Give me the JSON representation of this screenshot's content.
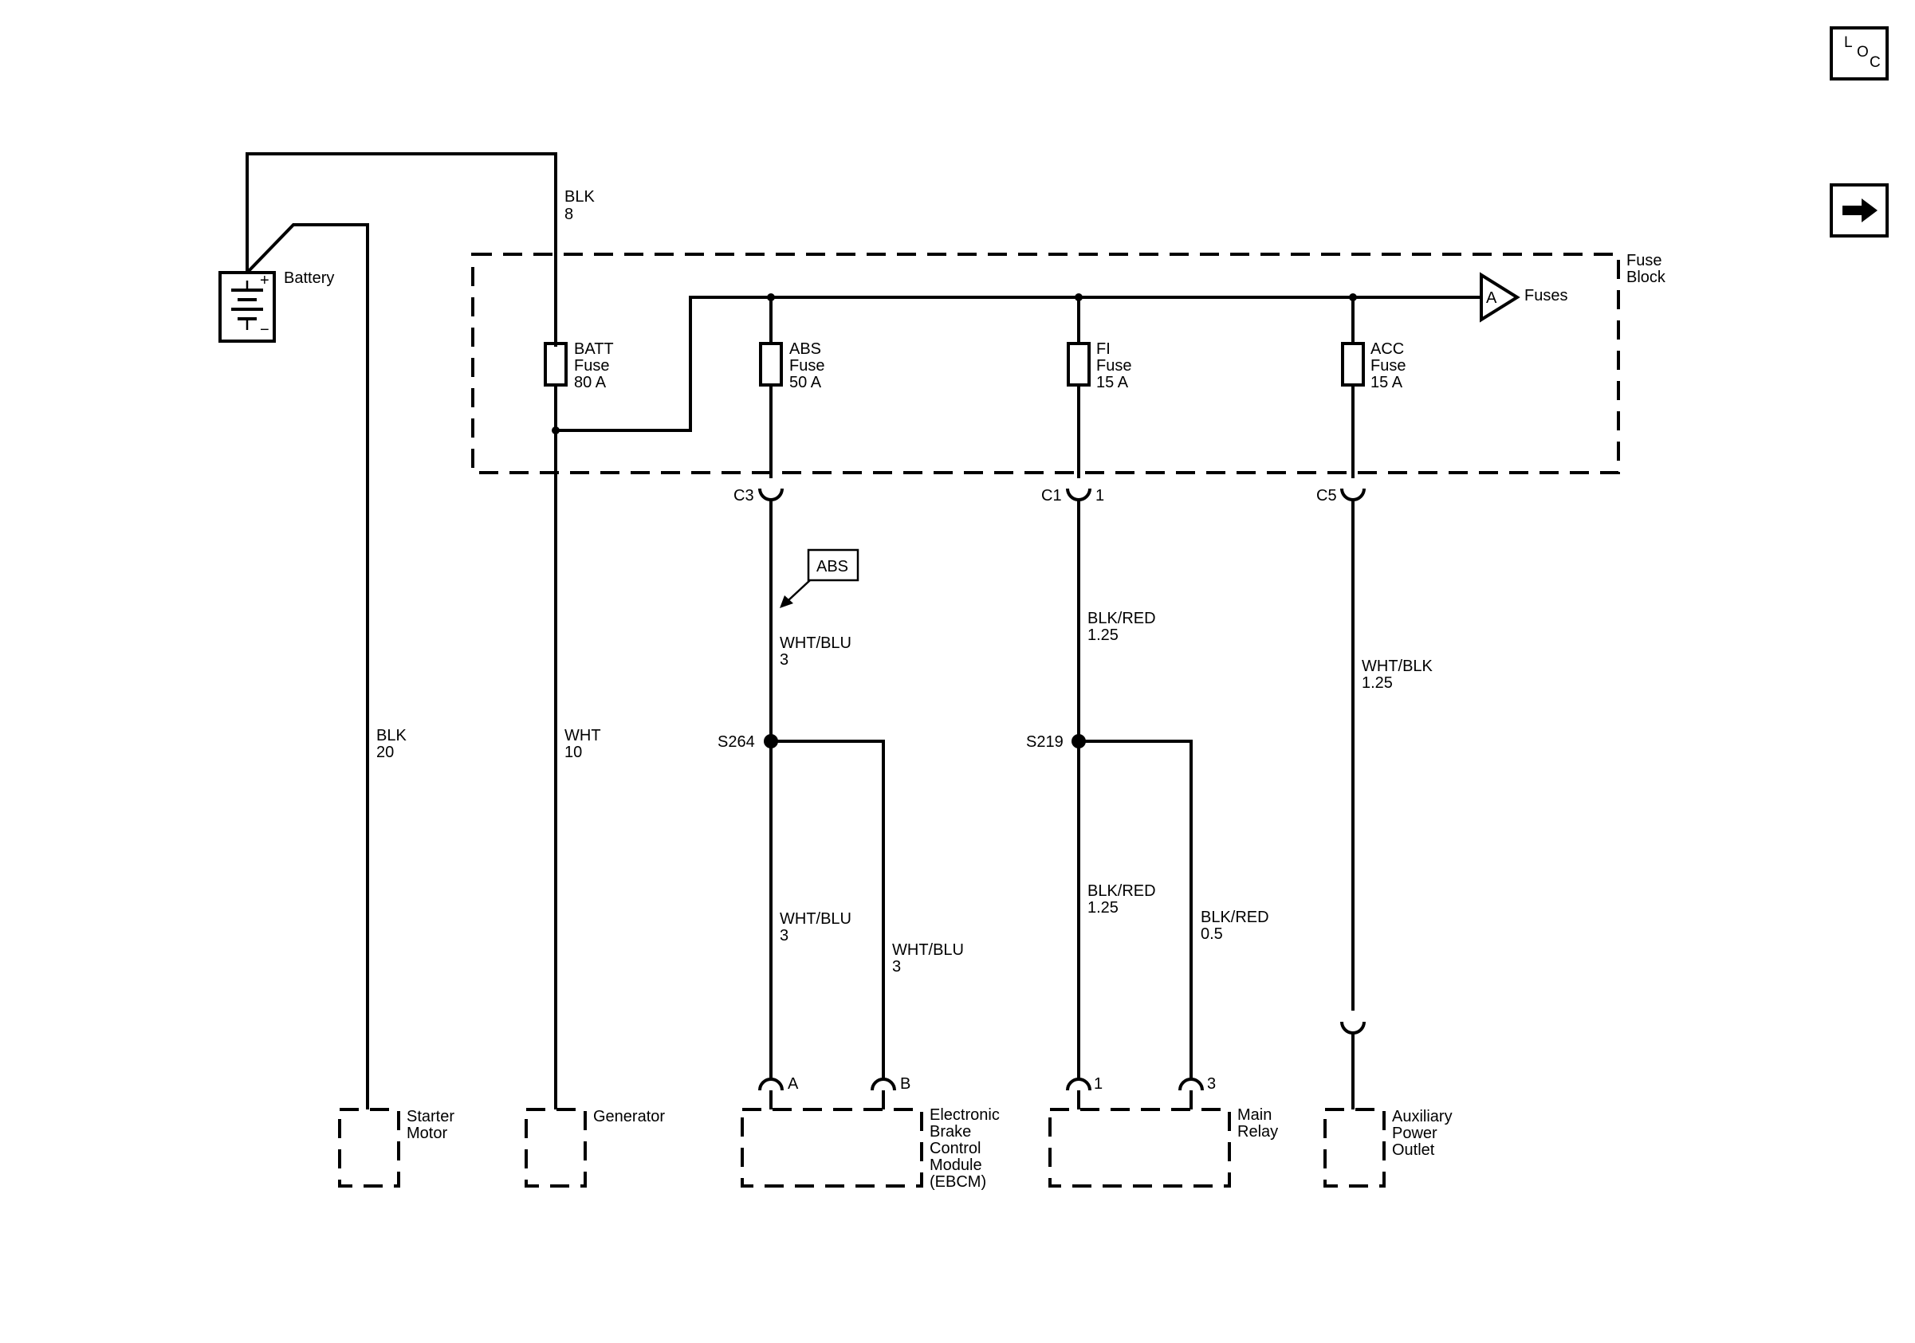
{
  "nav": {
    "loc_l": "L",
    "loc_o": "O",
    "loc_c": "C"
  },
  "battery": {
    "label": "Battery",
    "plus": "+",
    "minus": "−"
  },
  "wires": {
    "blk8_color": "BLK",
    "blk8_size": "8",
    "blk20_color": "BLK",
    "blk20_size": "20",
    "wht10_color": "WHT",
    "wht10_size": "10",
    "whtblu_top_color": "WHT/BLU",
    "whtblu_top_size": "3",
    "whtblu_mid_color": "WHT/BLU",
    "whtblu_mid_size": "3",
    "whtblu_branch_color": "WHT/BLU",
    "whtblu_branch_size": "3",
    "blkred_top_color": "BLK/RED",
    "blkred_top_size": "1.25",
    "blkred_mid_color": "BLK/RED",
    "blkred_mid_size": "1.25",
    "blkred_branch_color": "BLK/RED",
    "blkred_branch_size": "0.5",
    "whtblk_color": "WHT/BLK",
    "whtblk_size": "1.25"
  },
  "fuse_block": {
    "label_line1": "Fuse",
    "label_line2": "Block",
    "batt": {
      "name": "BATT",
      "word": "Fuse",
      "rating": "80 A"
    },
    "abs": {
      "name": "ABS",
      "word": "Fuse",
      "rating": "50 A"
    },
    "fi": {
      "name": "FI",
      "word": "Fuse",
      "rating": "15 A"
    },
    "acc": {
      "name": "ACC",
      "word": "Fuse",
      "rating": "15 A"
    },
    "ref_letter": "A",
    "ref_label": "Fuses"
  },
  "connectors": {
    "c3": "C3",
    "c1": "C1",
    "c1_pin": "1",
    "c5": "C5",
    "ebcm_pin_a": "A",
    "ebcm_pin_b": "B",
    "relay_pin_1": "1",
    "relay_pin_3": "3"
  },
  "splices": {
    "s264": "S264",
    "s219": "S219"
  },
  "abs_tag": "ABS",
  "components": {
    "starter_line1": "Starter",
    "starter_line2": "Motor",
    "generator": "Generator",
    "ebcm_line1": "Electronic",
    "ebcm_line2": "Brake",
    "ebcm_line3": "Control",
    "ebcm_line4": "Module",
    "ebcm_line5": "(EBCM)",
    "relay_line1": "Main",
    "relay_line2": "Relay",
    "apo_line1": "Auxiliary",
    "apo_line2": "Power",
    "apo_line3": "Outlet"
  }
}
